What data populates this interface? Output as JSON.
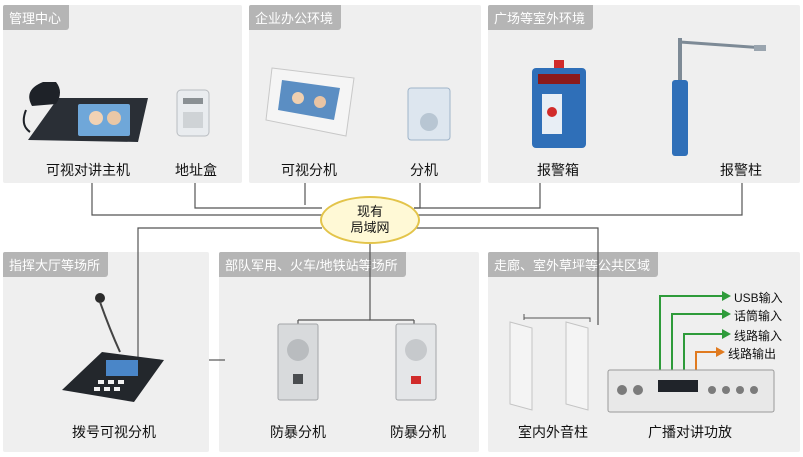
{
  "sections": {
    "management": "管理中心",
    "office": "企业办公环境",
    "outdoor": "广场等室外环境",
    "command": "指挥大厅等场所",
    "military": "部队军用、火车/地铁站等场所",
    "corridor": "走廊、室外草坪等公共区域"
  },
  "devices": {
    "host": "可视对讲主机",
    "address_box": "地址盒",
    "video_ext_office": "可视分机",
    "ext_office": "分机",
    "alarm_box": "报警箱",
    "alarm_pole": "报警柱",
    "dial_video_ext": "拨号可视分机",
    "explosion_ext_1": "防暴分机",
    "explosion_ext_2": "防暴分机",
    "column_speaker": "室内外音柱",
    "amplifier": "广播对讲功放"
  },
  "hub": {
    "line1": "现有",
    "line2": "局域网"
  },
  "amp_io": {
    "usb_in": "USB输入",
    "mic_in": "话筒输入",
    "line_in": "线路输入",
    "line_out": "线路输出"
  },
  "colors": {
    "panel_bg": "#efefef",
    "title_bg": "#b5b5b5",
    "wire": "#555555",
    "green_arrow": "#2e9b3a",
    "orange_arrow": "#e07a1f",
    "hub_fill": "#fff9d6",
    "hub_border": "#e3c44a"
  }
}
